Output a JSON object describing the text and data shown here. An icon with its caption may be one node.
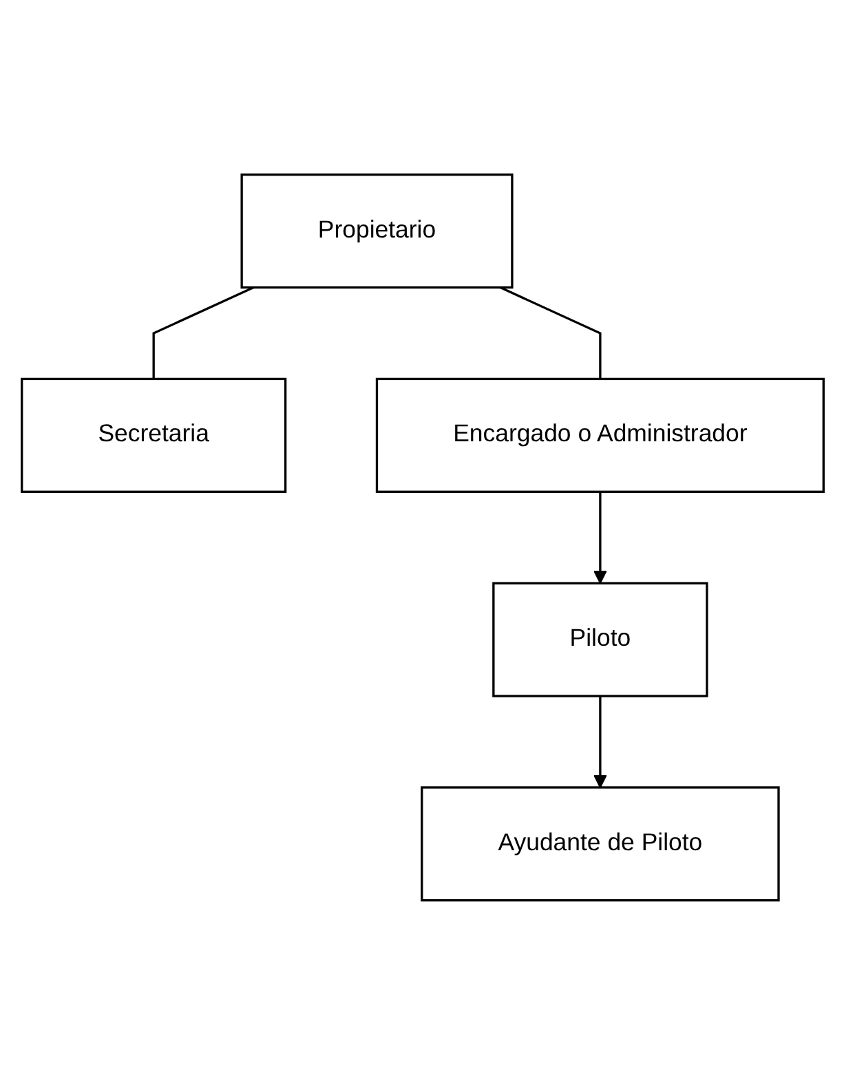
{
  "diagram": {
    "nodes": [
      {
        "text": [
          "Propietario"
        ]
      },
      {
        "text": [
          "Secretaria"
        ]
      },
      {
        "text": [
          "Encargado o Administrador"
        ]
      },
      {
        "text": [
          "Piloto"
        ]
      },
      {
        "text": [
          "Ayudante de Piloto"
        ]
      }
    ],
    "edges": [
      {
        "from": 0,
        "to": 2,
        "arrow": "none"
      },
      {
        "from": 0,
        "to": 1,
        "arrow": "none"
      },
      {
        "from": 2,
        "to": 3,
        "arrow": "to"
      },
      {
        "from": 3,
        "to": 4,
        "arrow": "to"
      }
    ]
  }
}
